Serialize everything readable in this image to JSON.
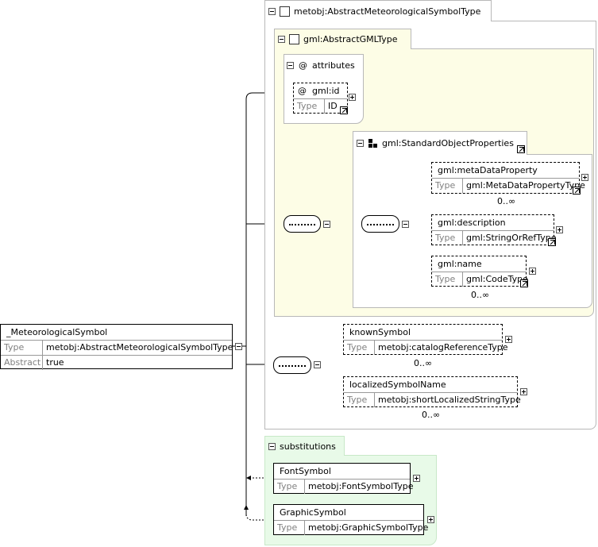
{
  "root_element": {
    "name": "_MeteorologicalSymbol",
    "type_key": "Type",
    "type_value": "metobj:AbstractMeteorologicalSymbolType",
    "abstract_key": "Abstract",
    "abstract_value": "true"
  },
  "complex_type": {
    "label": "metobj:AbstractMeteorologicalSymbolType"
  },
  "base_type": {
    "label": "gml:AbstractGMLType"
  },
  "attributes_group": {
    "label": "attributes",
    "at_symbol": "@",
    "attribute": {
      "name": "gml:id",
      "type_key": "Type",
      "type_value": "ID"
    }
  },
  "group_ref": {
    "label": "gml:StandardObjectProperties"
  },
  "gml_elements": [
    {
      "name": "gml:metaDataProperty",
      "type_key": "Type",
      "type_value": "gml:MetaDataPropertyType",
      "cardinality": "0..∞"
    },
    {
      "name": "gml:description",
      "type_key": "Type",
      "type_value": "gml:StringOrRefType",
      "cardinality": ""
    },
    {
      "name": "gml:name",
      "type_key": "Type",
      "type_value": "gml:CodeType",
      "cardinality": "0..∞"
    }
  ],
  "metobj_elements": [
    {
      "name": "knownSymbol",
      "type_key": "Type",
      "type_value": "metobj:catalogReferenceType",
      "cardinality": "0..∞"
    },
    {
      "name": "localizedSymbolName",
      "type_key": "Type",
      "type_value": "metobj:shortLocalizedStringType",
      "cardinality": "0..∞"
    }
  ],
  "substitutions": {
    "label": "substitutions",
    "items": [
      {
        "name": "FontSymbol",
        "type_key": "Type",
        "type_value": "metobj:FontSymbolType"
      },
      {
        "name": "GraphicSymbol",
        "type_key": "Type",
        "type_value": "metobj:GraphicSymbolType"
      }
    ]
  },
  "colors": {
    "base_type_fill": "#fdfde6",
    "substitutions_fill": "#e8fae8",
    "border": "#b8b8b8"
  }
}
